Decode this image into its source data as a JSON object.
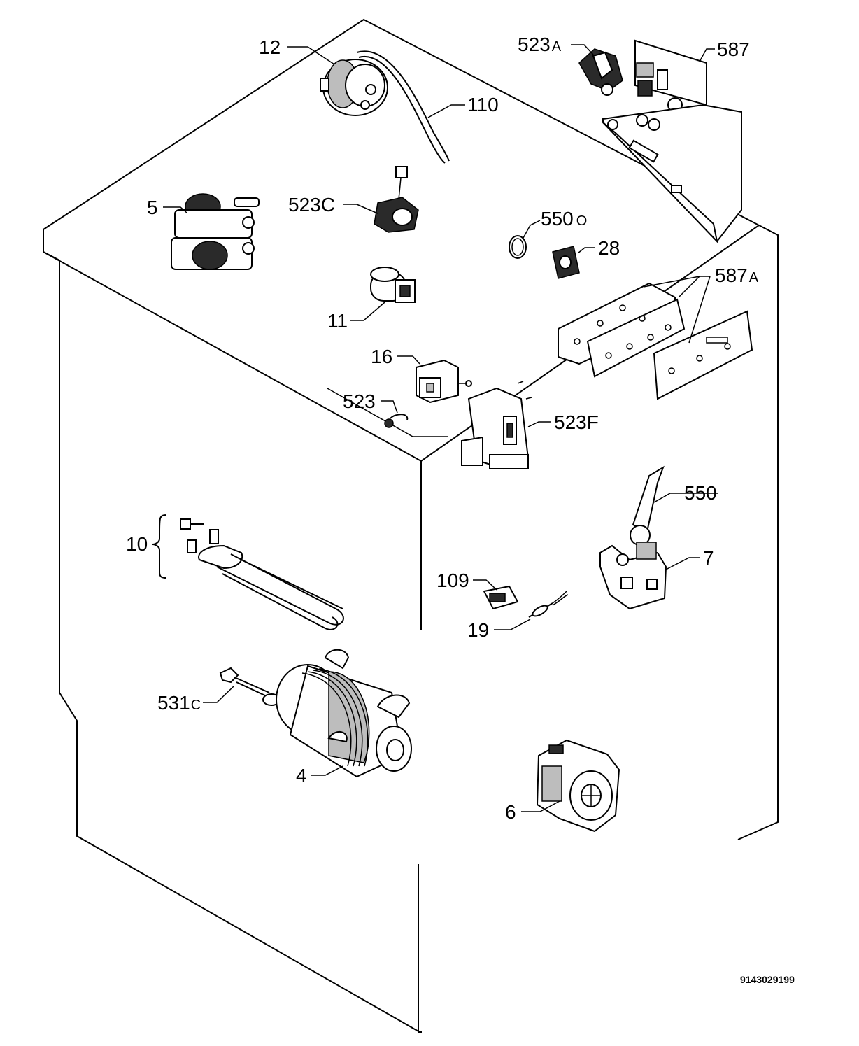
{
  "drawing_code": "9143029199",
  "parts": [
    {
      "id": "p12",
      "label": "12",
      "sub": ""
    },
    {
      "id": "p110",
      "label": "110",
      "sub": ""
    },
    {
      "id": "p523a",
      "label": "523",
      "sub": "A"
    },
    {
      "id": "p587",
      "label": "587",
      "sub": ""
    },
    {
      "id": "p5",
      "label": "5",
      "sub": ""
    },
    {
      "id": "p523c",
      "label": "523C",
      "sub": ""
    },
    {
      "id": "p550o",
      "label": "550",
      "sub": "O"
    },
    {
      "id": "p28",
      "label": "28",
      "sub": ""
    },
    {
      "id": "p587a",
      "label": "587",
      "sub": "A"
    },
    {
      "id": "p11",
      "label": "11",
      "sub": ""
    },
    {
      "id": "p16",
      "label": "16",
      "sub": ""
    },
    {
      "id": "p523",
      "label": "523",
      "sub": ""
    },
    {
      "id": "p523f",
      "label": "523F",
      "sub": ""
    },
    {
      "id": "p550",
      "label": "550",
      "sub": ""
    },
    {
      "id": "p10",
      "label": "10",
      "sub": ""
    },
    {
      "id": "p7",
      "label": "7",
      "sub": ""
    },
    {
      "id": "p109",
      "label": "109",
      "sub": ""
    },
    {
      "id": "p19",
      "label": "19",
      "sub": ""
    },
    {
      "id": "p531c",
      "label": "531",
      "sub": "C"
    },
    {
      "id": "p4",
      "label": "4",
      "sub": ""
    },
    {
      "id": "p6",
      "label": "6",
      "sub": ""
    }
  ]
}
